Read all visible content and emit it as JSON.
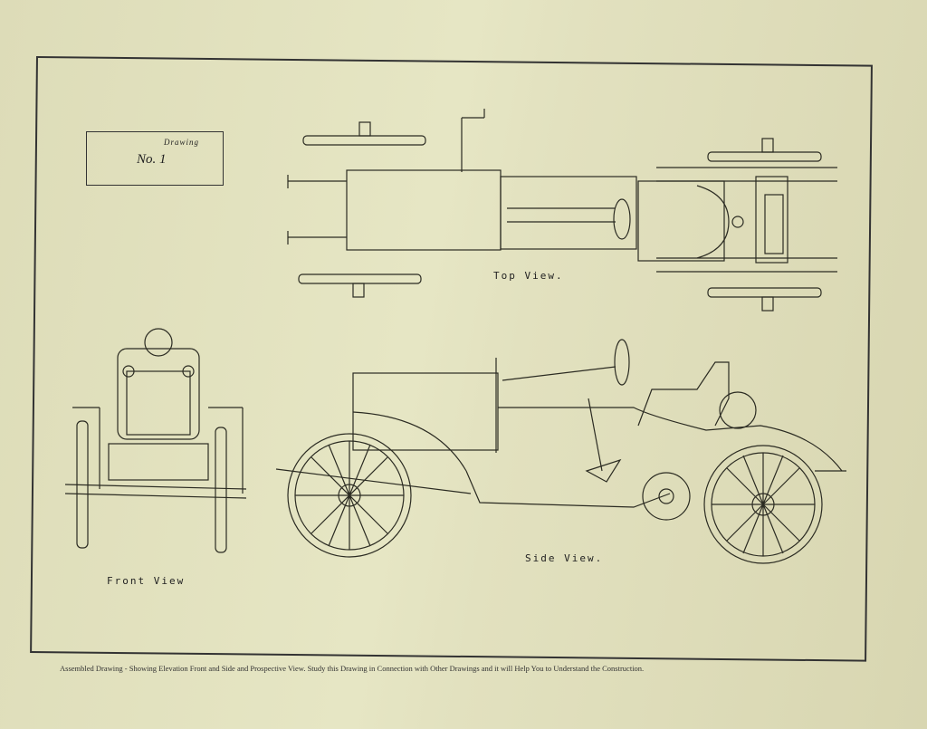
{
  "drawing_label": {
    "title": "Drawing",
    "number": "No. 1"
  },
  "views": {
    "top": "Top View.",
    "front": "Front View",
    "side": "Side View."
  },
  "caption": "Assembled Drawing - Showing Elevation Front and Side and Prospective View.   Study this Drawing in Connection with Other Drawings and it will Help You to Understand the Construction."
}
